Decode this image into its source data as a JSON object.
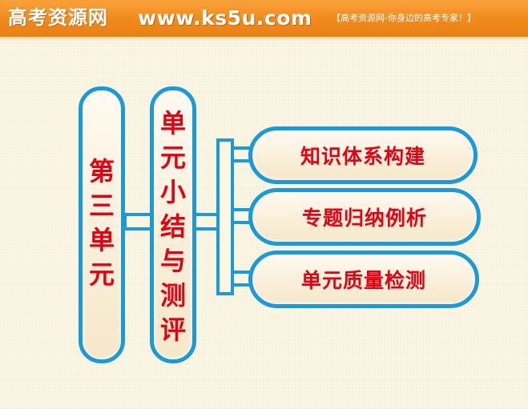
{
  "header": {
    "logo_text": "高考资源网",
    "url": "www.ks5u.com",
    "slogan": "【高考资源网-你身边的高考专家！】"
  },
  "unit": {
    "label_chars": [
      "第",
      "三",
      "单",
      "元"
    ]
  },
  "section": {
    "label_chars": [
      "单",
      "元",
      "小",
      "结",
      "与",
      "测",
      "评"
    ]
  },
  "branches": [
    {
      "label": "知识体系构建"
    },
    {
      "label": "专题归纳例析"
    },
    {
      "label": "单元质量检测"
    }
  ],
  "colors": {
    "accent": "#1a9ad6",
    "text": "#e60012",
    "banner": "#f08a1c"
  }
}
